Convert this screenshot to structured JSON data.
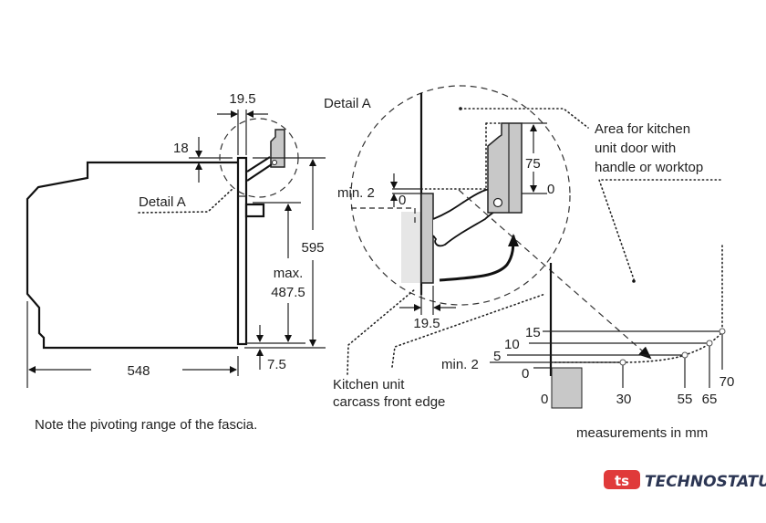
{
  "overview": {
    "dim_depth": "548",
    "dim_height": "595",
    "dim_max_label": "max.",
    "dim_max_value": "487.5",
    "dim_top": "18",
    "dim_fascia": "19.5",
    "dim_bottom": "7.5",
    "detail_label": "Detail A"
  },
  "detail": {
    "title": "Detail A",
    "min2_label": "min. 2",
    "zero_label": "0",
    "dim_75": "75",
    "dim_75_zero": "0",
    "dim_fascia": "19.5",
    "area_note": [
      "Area for kitchen",
      "unit door with",
      "handle or worktop"
    ],
    "carcass_note": [
      "Kitchen unit",
      "carcass front edge"
    ]
  },
  "pivot_chart": {
    "y_labels": [
      "15",
      "10",
      "5",
      "min. 2",
      "0"
    ],
    "x_labels": [
      "0",
      "30",
      "55",
      "65",
      "70"
    ]
  },
  "note": "Note the pivoting range of the fascia.",
  "units_note": "measurements in mm",
  "logo": {
    "mark": "ts",
    "name": "TECHNOSTATUS",
    "color": "#e03a3a",
    "text_color": "#2b3553"
  }
}
